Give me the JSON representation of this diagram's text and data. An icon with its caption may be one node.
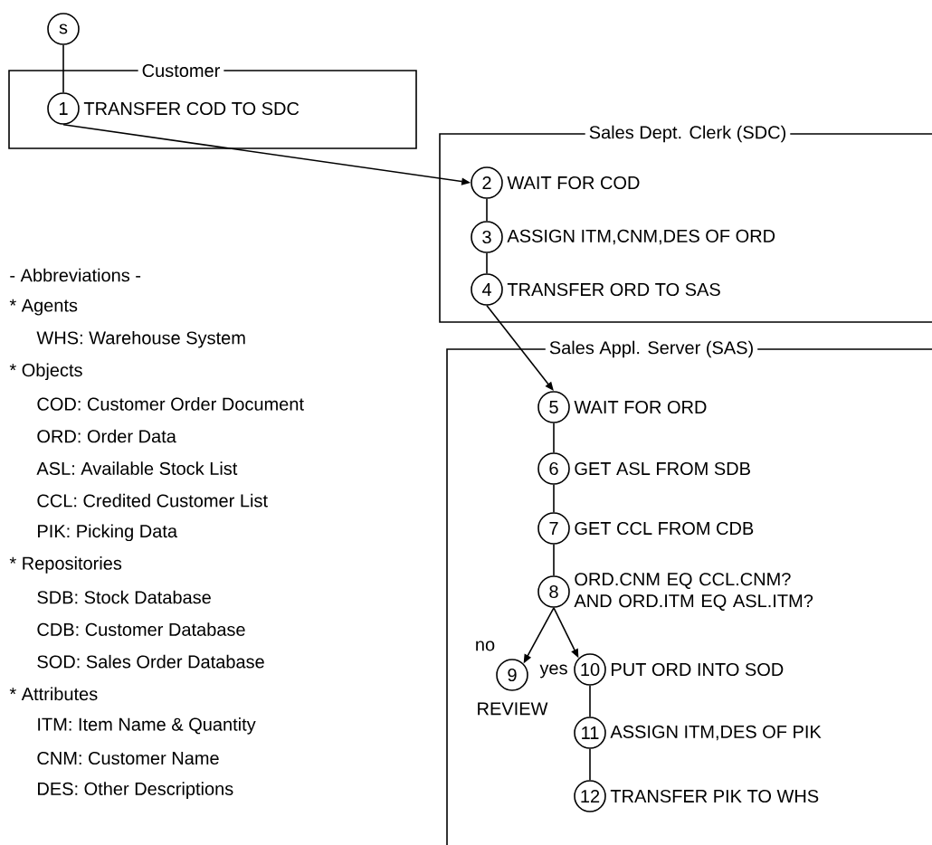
{
  "diagram": {
    "nodes": [
      {
        "text": [
          "Customer"
        ]
      },
      {
        "text": [
          "Sales Dept. Clerk (SDC)"
        ]
      },
      {
        "text": [
          "Sales Appl. Server (SAS)"
        ]
      },
      {
        "text": [
          "s"
        ]
      },
      {
        "text": [
          "1"
        ],
        "in": 0,
        "beside": [
          "TRANSFER COD TO SDC"
        ]
      },
      {
        "text": [
          "2"
        ],
        "in": 1,
        "beside": [
          "WAIT FOR COD"
        ]
      },
      {
        "text": [
          "3"
        ],
        "in": 1,
        "beside": [
          "ASSIGN ITM,CNM,DES OF ORD"
        ]
      },
      {
        "text": [
          "4"
        ],
        "in": 1,
        "beside": [
          "TRANSFER ORD TO SAS"
        ]
      },
      {
        "text": [
          "5"
        ],
        "in": 2,
        "beside": [
          "WAIT FOR ORD"
        ]
      },
      {
        "text": [
          "6"
        ],
        "in": 2,
        "beside": [
          "GET ASL FROM SDB"
        ]
      },
      {
        "text": [
          "7"
        ],
        "in": 2,
        "beside": [
          "GET CCL FROM CDB"
        ]
      },
      {
        "text": [
          "8"
        ],
        "in": 2,
        "beside": [
          "ORD.CNM EQ CCL.CNM? AND ORD.ITM EQ ASL.ITM?"
        ]
      },
      {
        "text": [
          "9"
        ],
        "in": 2,
        "beside": [
          "REVIEW"
        ]
      },
      {
        "text": [
          "10"
        ],
        "in": 2,
        "beside": [
          "PUT ORD INTO SOD"
        ]
      },
      {
        "text": [
          "11"
        ],
        "in": 2,
        "beside": [
          "ASSIGN ITM,DES OF PIK"
        ]
      },
      {
        "text": [
          "12"
        ],
        "in": 2,
        "beside": [
          "TRANSFER PIK TO WHS"
        ]
      }
    ],
    "edges": [
      {
        "from": 3,
        "to": 4,
        "arrow": "none"
      },
      {
        "from": 4,
        "to": 5,
        "arrow": "to"
      },
      {
        "from": 5,
        "to": 6,
        "arrow": "none"
      },
      {
        "from": 6,
        "to": 7,
        "arrow": "none"
      },
      {
        "from": 7,
        "to": 8,
        "arrow": "to"
      },
      {
        "from": 8,
        "to": 9,
        "arrow": "none"
      },
      {
        "from": 9,
        "to": 10,
        "arrow": "none"
      },
      {
        "from": 10,
        "to": 11,
        "arrow": "none"
      },
      {
        "from": 11,
        "to": 12,
        "arrow": "to",
        "label": "no"
      },
      {
        "from": 11,
        "to": 13,
        "arrow": "to",
        "label": "yes"
      },
      {
        "from": 13,
        "to": 14,
        "arrow": "none"
      },
      {
        "from": 14,
        "to": 15,
        "arrow": "none"
      }
    ],
    "labels": [
      "- Abbreviations -",
      "* Agents",
      "WHS: Warehouse System",
      "* Objects",
      "COD: Customer Order Document",
      "ORD: Order Data",
      "ASL: Available Stock List",
      "CCL: Credited Customer List",
      "PIK: Picking Data",
      "* Repositories",
      "SDB: Stock Database",
      "CDB: Customer Database",
      "SOD: Sales Order Database",
      "* Attributes",
      "ITM: Item Name & Quantity",
      "CNM: Customer Name",
      "DES: Other Descriptions"
    ]
  }
}
